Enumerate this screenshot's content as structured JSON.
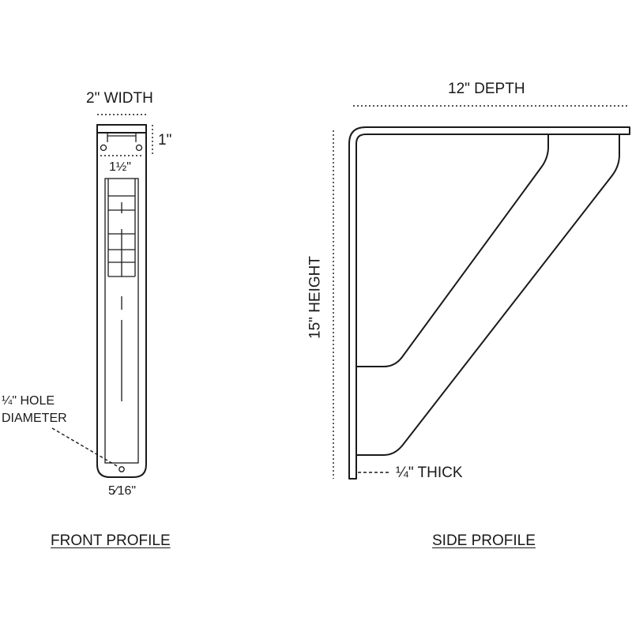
{
  "front": {
    "width_label": "2\" WIDTH",
    "tab_label": "1\"",
    "inner_width_label": "1½\"",
    "hole_label_line1": "¼\" HOLE",
    "hole_label_line2": "DIAMETER",
    "bottom_label": "5⁄16\"",
    "caption": "FRONT PROFILE"
  },
  "side": {
    "depth_label": "12\" DEPTH",
    "height_label": "15\" HEIGHT",
    "thick_label": "¼\" THICK",
    "caption": "SIDE PROFILE"
  }
}
